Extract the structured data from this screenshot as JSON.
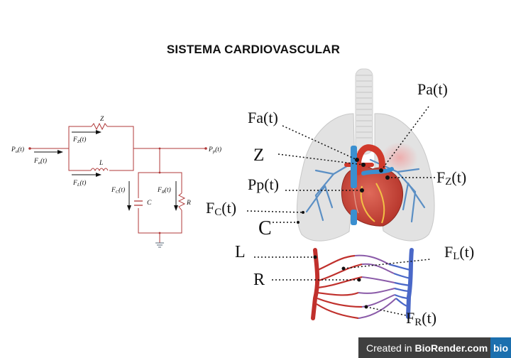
{
  "title": "SISTEMA CARDIOVASCULAR",
  "circuit": {
    "pa": [
      "P",
      "a",
      "(t)"
    ],
    "pp": [
      "P",
      "p",
      "(t)"
    ],
    "fa": [
      "F",
      "a",
      "(t)"
    ],
    "fz": [
      "F",
      "Z",
      "(t)"
    ],
    "fl": [
      "F",
      "L",
      "(t)"
    ],
    "fc": [
      "F",
      "C",
      "(t)"
    ],
    "fr": [
      "F",
      "R",
      "(t)"
    ],
    "z": "Z",
    "l": "L",
    "c": "C",
    "r": "R"
  },
  "labels": {
    "pa": "Pa(t)",
    "fa": "Fa(t)",
    "z": "Z",
    "pp": "Pp(t)",
    "fz": [
      "F",
      "Z",
      "(t)"
    ],
    "fc": [
      "F",
      "C",
      "(t)"
    ],
    "c": "C",
    "l": "L",
    "fl": [
      "F",
      "L",
      "(t)"
    ],
    "r": "R",
    "fr": [
      "F",
      "R",
      "(t)"
    ]
  },
  "badge": {
    "prefix": "Created in ",
    "brand": "BioRender.com",
    "logo": "bio"
  },
  "colors": {
    "circuit": "#b03a3a",
    "artery": "#c0302c",
    "vein": "#4a68c8",
    "lung": "#e2e2e2",
    "bronchi": "#5b8fc4"
  }
}
